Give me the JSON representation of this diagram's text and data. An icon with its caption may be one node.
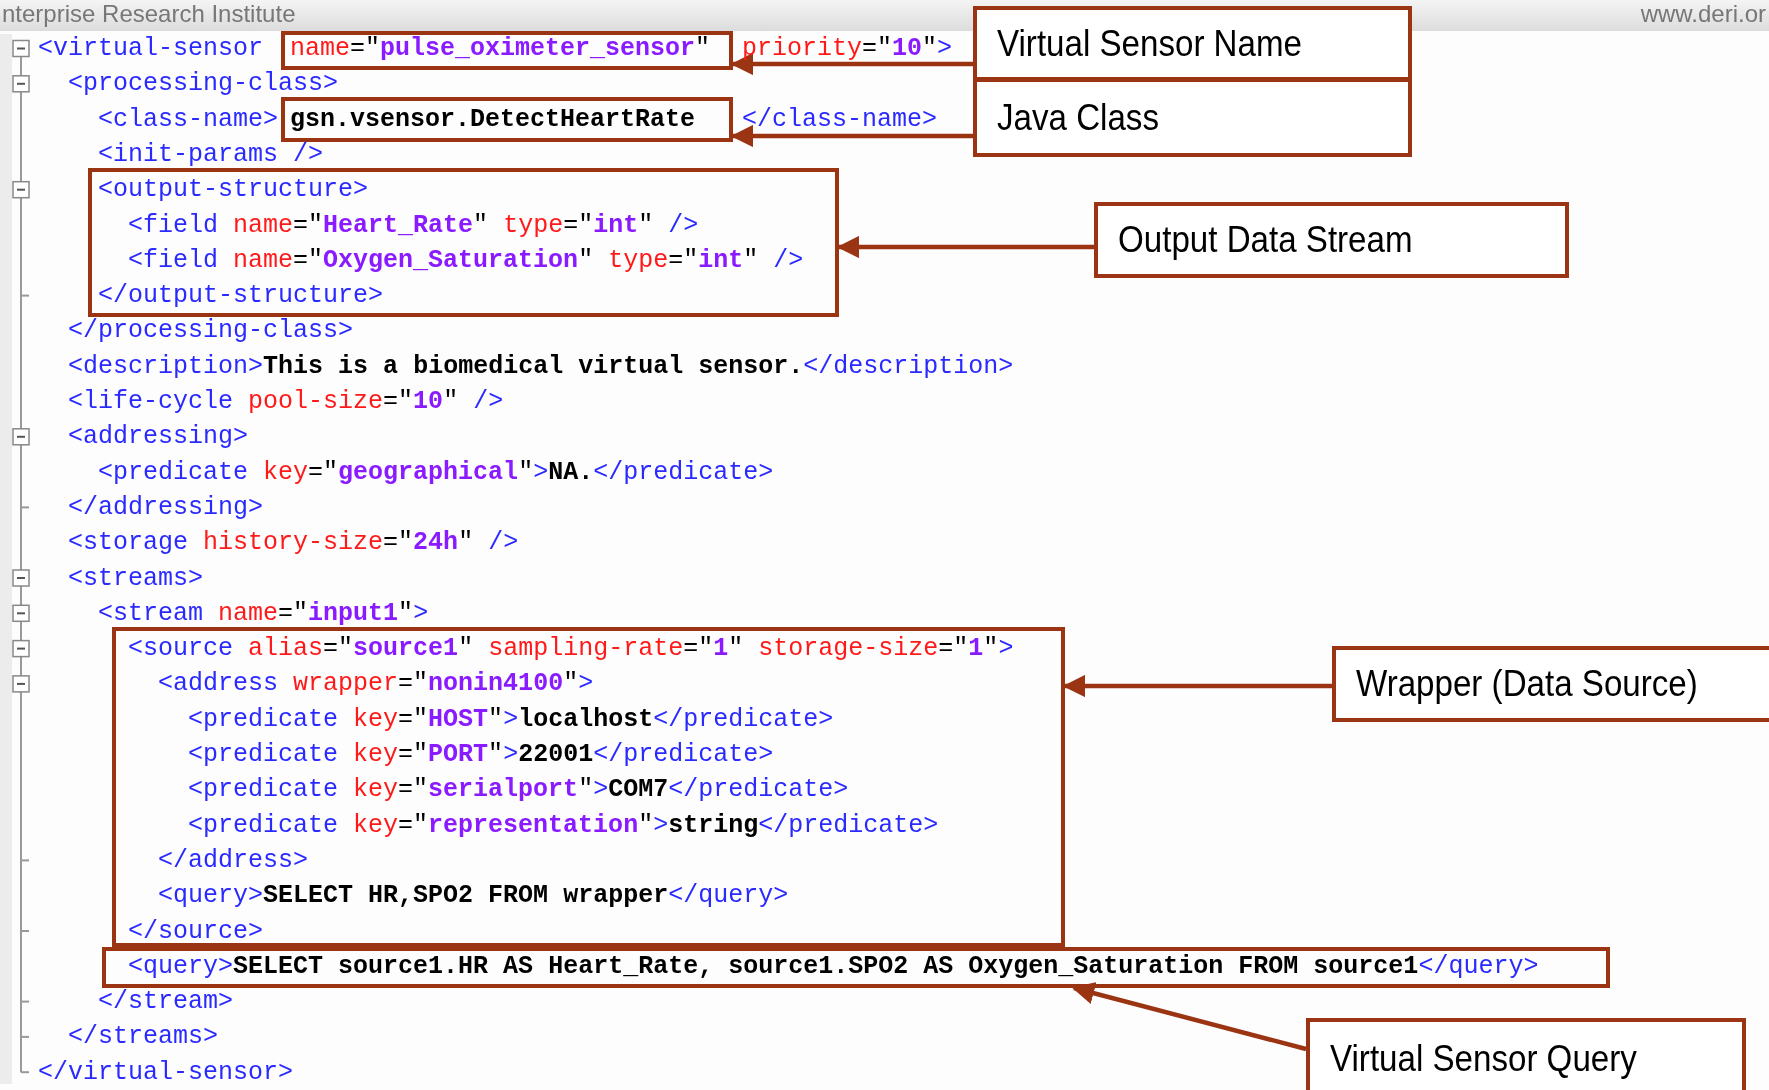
{
  "diagram": {
    "nodes": [
      {
        "text": [
          "name=\"pulse_oximeter_sensor\""
        ]
      },
      {
        "text": [
          "gsn.vsensor.DetectHeartRate"
        ]
      },
      {
        "text": [
          "<output-structure>",
          "<field name=\"Heart_Rate\" type=\"int\" />",
          "<field name=\"Oxygen_Saturation\" type=\"int\" />",
          "</output-structure>"
        ]
      },
      {
        "text": [
          "<source alias=\"source1\" sampling-rate=\"1\" storage-size=\"1\">",
          "<address wrapper=\"nonin4100\">",
          "<predicate key=\"HOST\">localhost</predicate>",
          "<predicate key=\"PORT\">22001</predicate>",
          "<predicate key=\"serialport\">COM7</predicate>",
          "<predicate key=\"representation\">string</predicate>",
          "</address>",
          "<query>SELECT HR,SPO2 FROM wrapper</query>",
          "</source>"
        ]
      },
      {
        "text": [
          "<query>SELECT source1.HR AS Heart_Rate, source1.SPO2 AS Oxygen_Saturation FROM source1</query>"
        ]
      },
      {
        "text": [
          "Virtual Sensor Name"
        ]
      },
      {
        "text": [
          "Java Class"
        ]
      },
      {
        "text": [
          "Output Data Stream"
        ]
      },
      {
        "text": [
          "Wrapper (Data Source)"
        ]
      },
      {
        "text": [
          "Virtual Sensor Query"
        ]
      }
    ],
    "edges": [
      {
        "from": 5,
        "to": 0,
        "arrow": "to"
      },
      {
        "from": 6,
        "to": 1,
        "arrow": "to"
      },
      {
        "from": 7,
        "to": 2,
        "arrow": "to"
      },
      {
        "from": 8,
        "to": 3,
        "arrow": "to"
      },
      {
        "from": 9,
        "to": 4,
        "arrow": "to"
      }
    ],
    "labels": [
      "nterprise Research Institute",
      "www.deri.or",
      "<virtual-sensor",
      "priority=\"10\">",
      "<processing-class>",
      "<class-name>",
      "</class-name>",
      "<init-params />",
      "</processing-class>",
      "<description>This is a biomedical virtual sensor.</description>",
      "<life-cycle pool-size=\"10\" />",
      "<addressing>",
      "<predicate key=\"geographical\">NA.</predicate>",
      "</addressing>",
      "<storage history-size=\"24h\" />",
      "<streams>",
      "<stream name=\"input1\">",
      "</stream>",
      "</streams>",
      "</virtual-sensor>"
    ]
  }
}
